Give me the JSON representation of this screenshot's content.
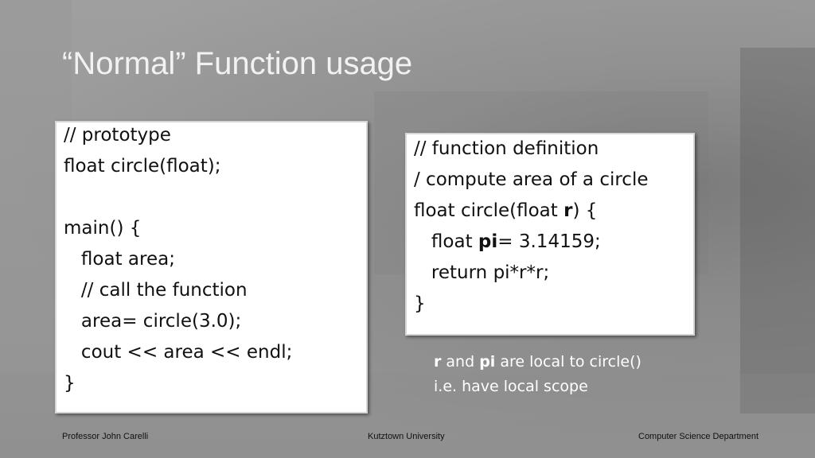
{
  "slide": {
    "title": "“Normal” Function usage"
  },
  "prototype_box": {
    "lines": [
      "// prototype",
      "float circle(float);",
      "",
      "main() {",
      "   float area;",
      "   // call the function",
      "   area= circle(3.0);",
      "   cout << area << endl;",
      "}"
    ]
  },
  "definition_box": {
    "line1": "// function definition",
    "line2": "/ compute area of a circle",
    "line3_pre": "float circle(float ",
    "line3_bold": "r",
    "line3_post": ") {",
    "line4_pre": "   float ",
    "line4_bold": "pi",
    "line4_post": "= 3.14159;",
    "line5": "   return pi*r*r;",
    "line6": "}"
  },
  "note": {
    "line1_bold_a": "r",
    "line1_text_a": " and ",
    "line1_bold_b": "pi",
    "line1_text_b": " are local to circle()",
    "line2": "i.e. have local scope"
  },
  "footer": {
    "left": "Professor John Carelli",
    "center": "Kutztown University",
    "right": "Computer Science Department"
  }
}
